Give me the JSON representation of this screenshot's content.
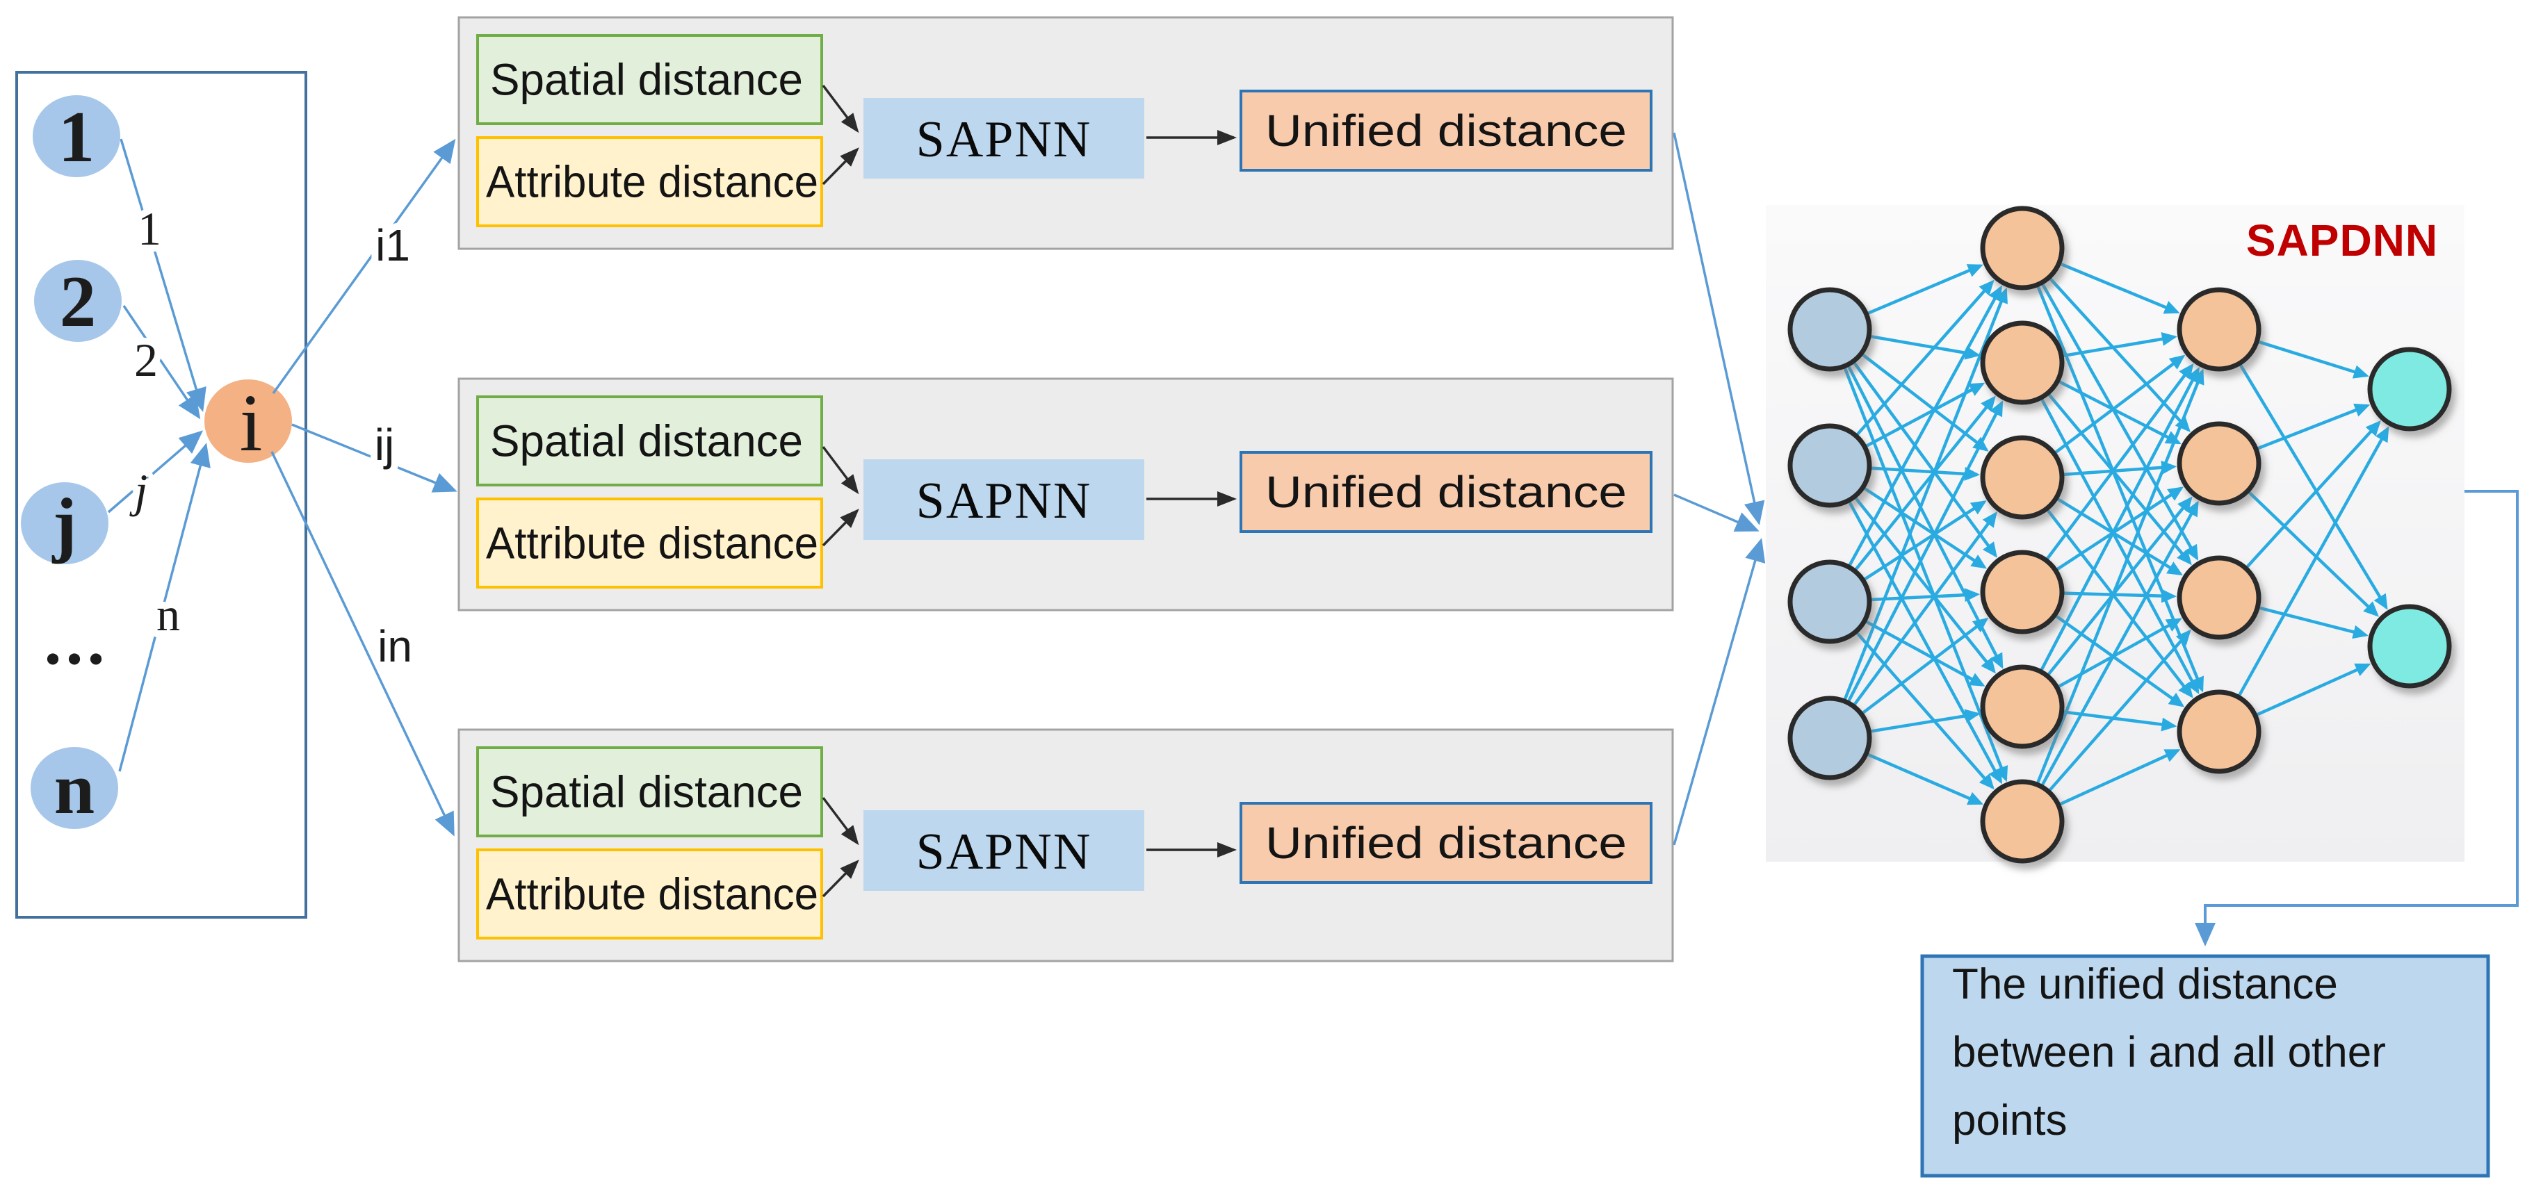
{
  "title": "SAPDNN unified distance architecture diagram",
  "colors": {
    "panel_border": "#41719C",
    "node_blue": "#A6C7E9",
    "node_orange": "#F4B183",
    "line_blue": "#5B9BD5",
    "gray_fill": "#ECECEC",
    "gray_border": "#A3A3A3",
    "green_fill": "#E2EFDA",
    "green_border": "#70AD47",
    "yellow_fill": "#FFF2CC",
    "yellow_border": "#FFC000",
    "sapnn_fill": "#BDD7EE",
    "unified_fill": "#F8CBAD",
    "unified_border": "#2E75B6",
    "black_arrow": "#2b2b2b",
    "nn_bg_top": "#FAFAFB",
    "nn_bg_bottom": "#EFEFF1",
    "nn_edge": "#29ABE2",
    "nn_input_fill": "#B3CBDF",
    "nn_hidden_fill": "#F5C399",
    "nn_output_fill": "#7EEAE1",
    "nn_node_stroke": "#2B2B2B",
    "title_red": "#C00000",
    "output_box_fill": "#BDD7EE",
    "output_box_border": "#2E75B6"
  },
  "left_panel": {
    "point_labels": [
      "1",
      "2",
      "j",
      "n"
    ],
    "ellipsis": "...",
    "center_label": "i",
    "edge_labels": [
      "1",
      "2",
      "j",
      "n"
    ],
    "pair_labels": [
      "i1",
      "ij",
      "in"
    ]
  },
  "rows": [
    {
      "spatial": "Spatial distance",
      "attribute": "Attribute distance",
      "model": "SAPNN",
      "result": "Unified distance"
    },
    {
      "spatial": "Spatial distance",
      "attribute": "Attribute distance",
      "model": "SAPNN",
      "result": "Unified distance"
    },
    {
      "spatial": "Spatial distance",
      "attribute": "Attribute distance",
      "model": "SAPNN",
      "result": "Unified distance"
    }
  ],
  "network": {
    "title": "SAPDNN",
    "layers": [
      {
        "name": "input-layer",
        "type": "input",
        "count": 4
      },
      {
        "name": "hidden-layer-1",
        "type": "hidden",
        "count": 6
      },
      {
        "name": "hidden-layer-2",
        "type": "hidden",
        "count": 4
      },
      {
        "name": "output-layer",
        "type": "output",
        "count": 2
      }
    ]
  },
  "output_box": {
    "lines": [
      "The unified distance",
      "between i and all other",
      "points"
    ]
  }
}
